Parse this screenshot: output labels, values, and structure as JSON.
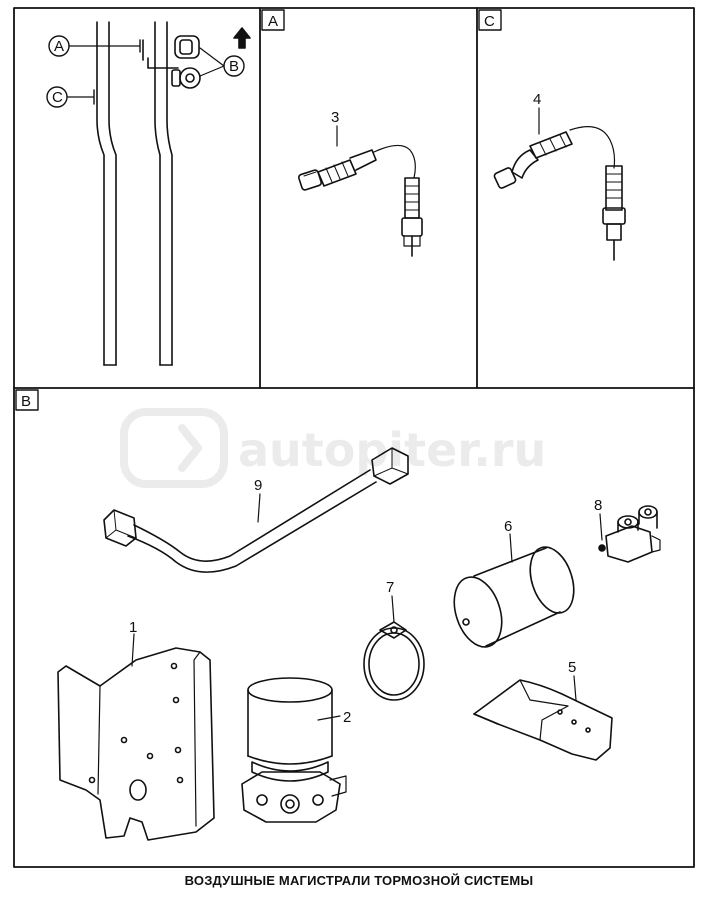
{
  "caption": "ВОЗДУШНЫЕ МАГИСТРАЛИ ТОРМОЗНОЙ СИСТЕМЫ",
  "watermark": "autopiter.ru",
  "panels": {
    "a": "A",
    "c": "C",
    "b": "B"
  },
  "callouts": {
    "a": "A",
    "b": "B",
    "c": "C"
  },
  "parts": [
    "1",
    "2",
    "3",
    "4",
    "5",
    "6",
    "7",
    "8",
    "9"
  ]
}
